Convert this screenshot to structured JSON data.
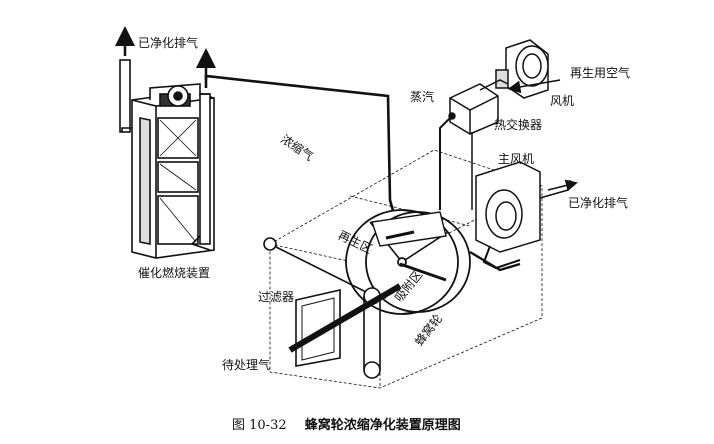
{
  "labels": {
    "purified_exhaust_top": "已净化排气",
    "concentrated_gas": "浓缩气",
    "regen_air": "再生用空气",
    "steam": "蒸汽",
    "fan": "风机",
    "heat_exchanger": "热交换器",
    "main_fan": "主风机",
    "purified_exhaust_right": "已净化排气",
    "regen_zone": "再生区",
    "adsorption_zone": "吸附区",
    "honeycomb_wheel": "蜂窝轮",
    "catalytic_unit": "催化燃烧装置",
    "filter": "过滤器",
    "gas_to_treat": "待处理气"
  },
  "caption": {
    "number": "图 10-32",
    "title": "蜂窝轮浓缩净化装置原理图"
  }
}
